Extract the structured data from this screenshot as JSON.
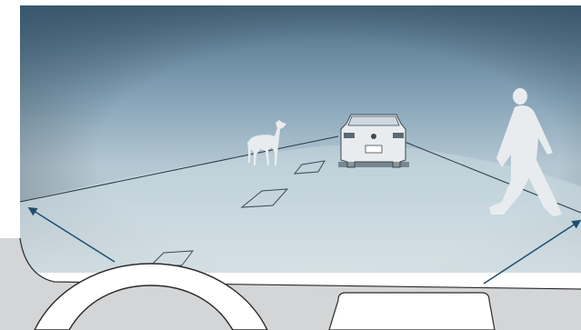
{
  "scene": {
    "subjects": [
      "windshield-view",
      "road",
      "deer",
      "car-ahead",
      "pedestrian",
      "steering-wheel",
      "dashboard",
      "detection-arrows"
    ],
    "colors": {
      "sky_top": "#4d6f86",
      "sky_mid": "#86a4b8",
      "sky_bottom": "#b4c7d2",
      "road_glow": "#c6d7dd",
      "silhouette": "#e9ecee",
      "arrow": "#1f4f70",
      "dashboard": "#d4d5d7",
      "dash_line": "#2a2a2a",
      "lane_mark": "#3a4a55"
    }
  }
}
